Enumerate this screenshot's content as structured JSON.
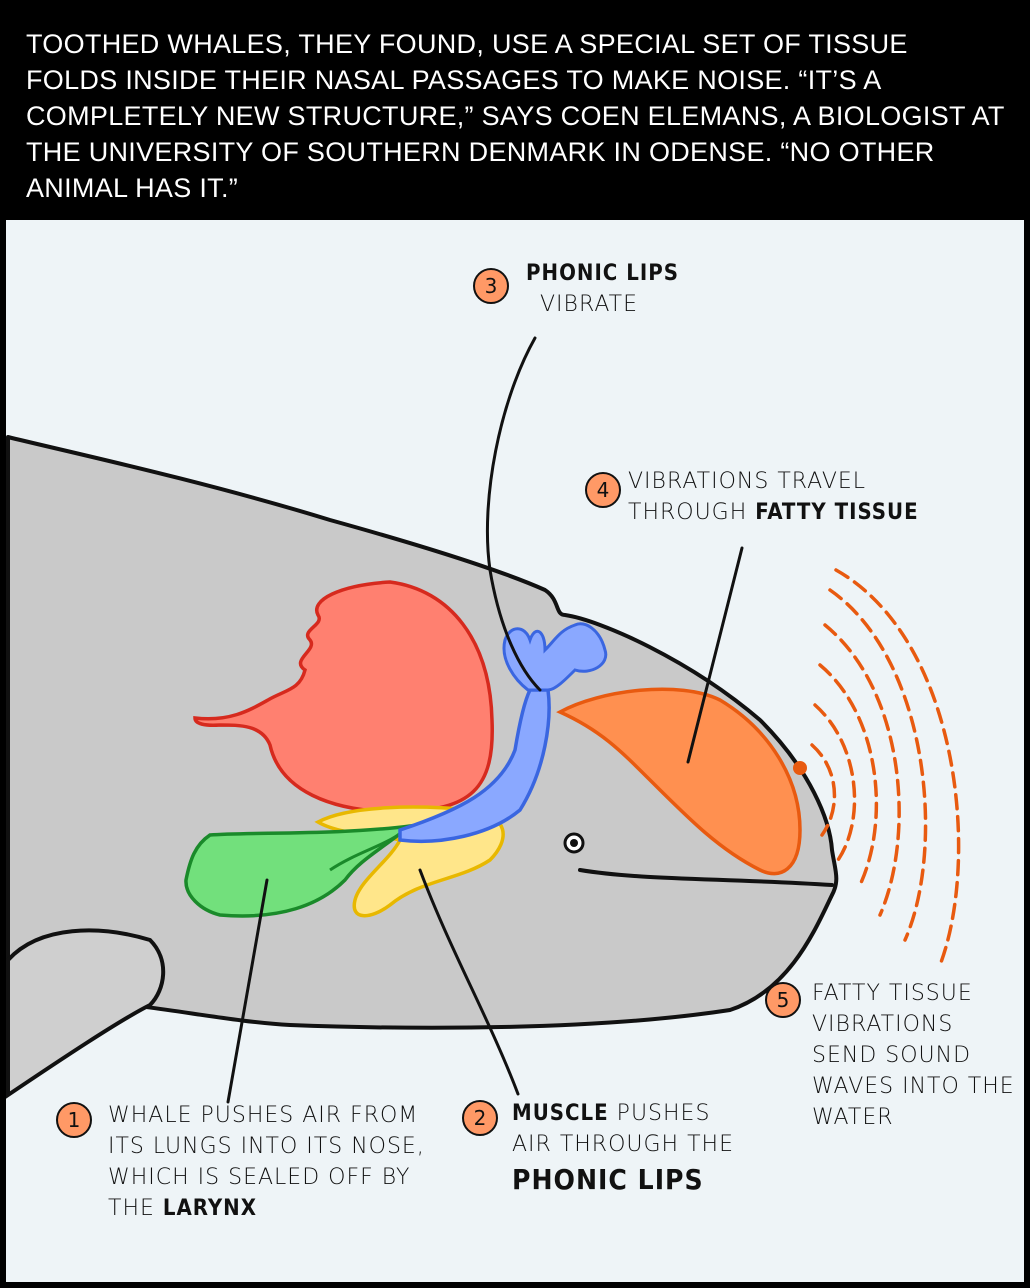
{
  "header": {
    "text": "Toothed whales, they found, use a special set of tissue folds inside their nasal passages to make noise. “It’s a completely new structure,” says Coen Elemans, a biologist at the University of Southern Denmark in Odense. “No other animal has it.”"
  },
  "colors": {
    "background": "#eef4f7",
    "whale": "#c9c9c9",
    "lungs": "#ff8070",
    "phonic_lips": "#8aa8ff",
    "larynx": "#72e07c",
    "muscle": "#ffe68a",
    "fatty_tissue": "#ff9050",
    "badge": "#ff9966"
  },
  "labels": [
    {
      "number": "1",
      "lines": [
        [
          {
            "t": "Whale pushes air from"
          }
        ],
        [
          {
            "t": "its lungs into its nose,"
          }
        ],
        [
          {
            "t": "which is sealed off by"
          }
        ],
        [
          {
            "t": "the "
          },
          {
            "t": "larynx",
            "b": true
          }
        ]
      ]
    },
    {
      "number": "2",
      "lines": [
        [
          {
            "t": "Muscle",
            "b": true
          },
          {
            "t": " pushes"
          }
        ],
        [
          {
            "t": "air through the"
          }
        ],
        [
          {
            "t": "Phonic lips",
            "b": true
          }
        ]
      ]
    },
    {
      "number": "3",
      "lines": [
        [
          {
            "t": "Phonic lips",
            "b": true
          }
        ],
        [
          {
            "t": "vibrate"
          }
        ]
      ]
    },
    {
      "number": "4",
      "lines": [
        [
          {
            "t": "Vibrations travel"
          }
        ],
        [
          {
            "t": "through "
          },
          {
            "t": "fatty tissue",
            "b": true
          }
        ]
      ]
    },
    {
      "number": "5",
      "lines": [
        [
          {
            "t": "Fatty tissue"
          }
        ],
        [
          {
            "t": "vibrations"
          }
        ],
        [
          {
            "t": "send sound"
          }
        ],
        [
          {
            "t": "waves into the"
          }
        ],
        [
          {
            "t": "water"
          }
        ]
      ]
    }
  ]
}
